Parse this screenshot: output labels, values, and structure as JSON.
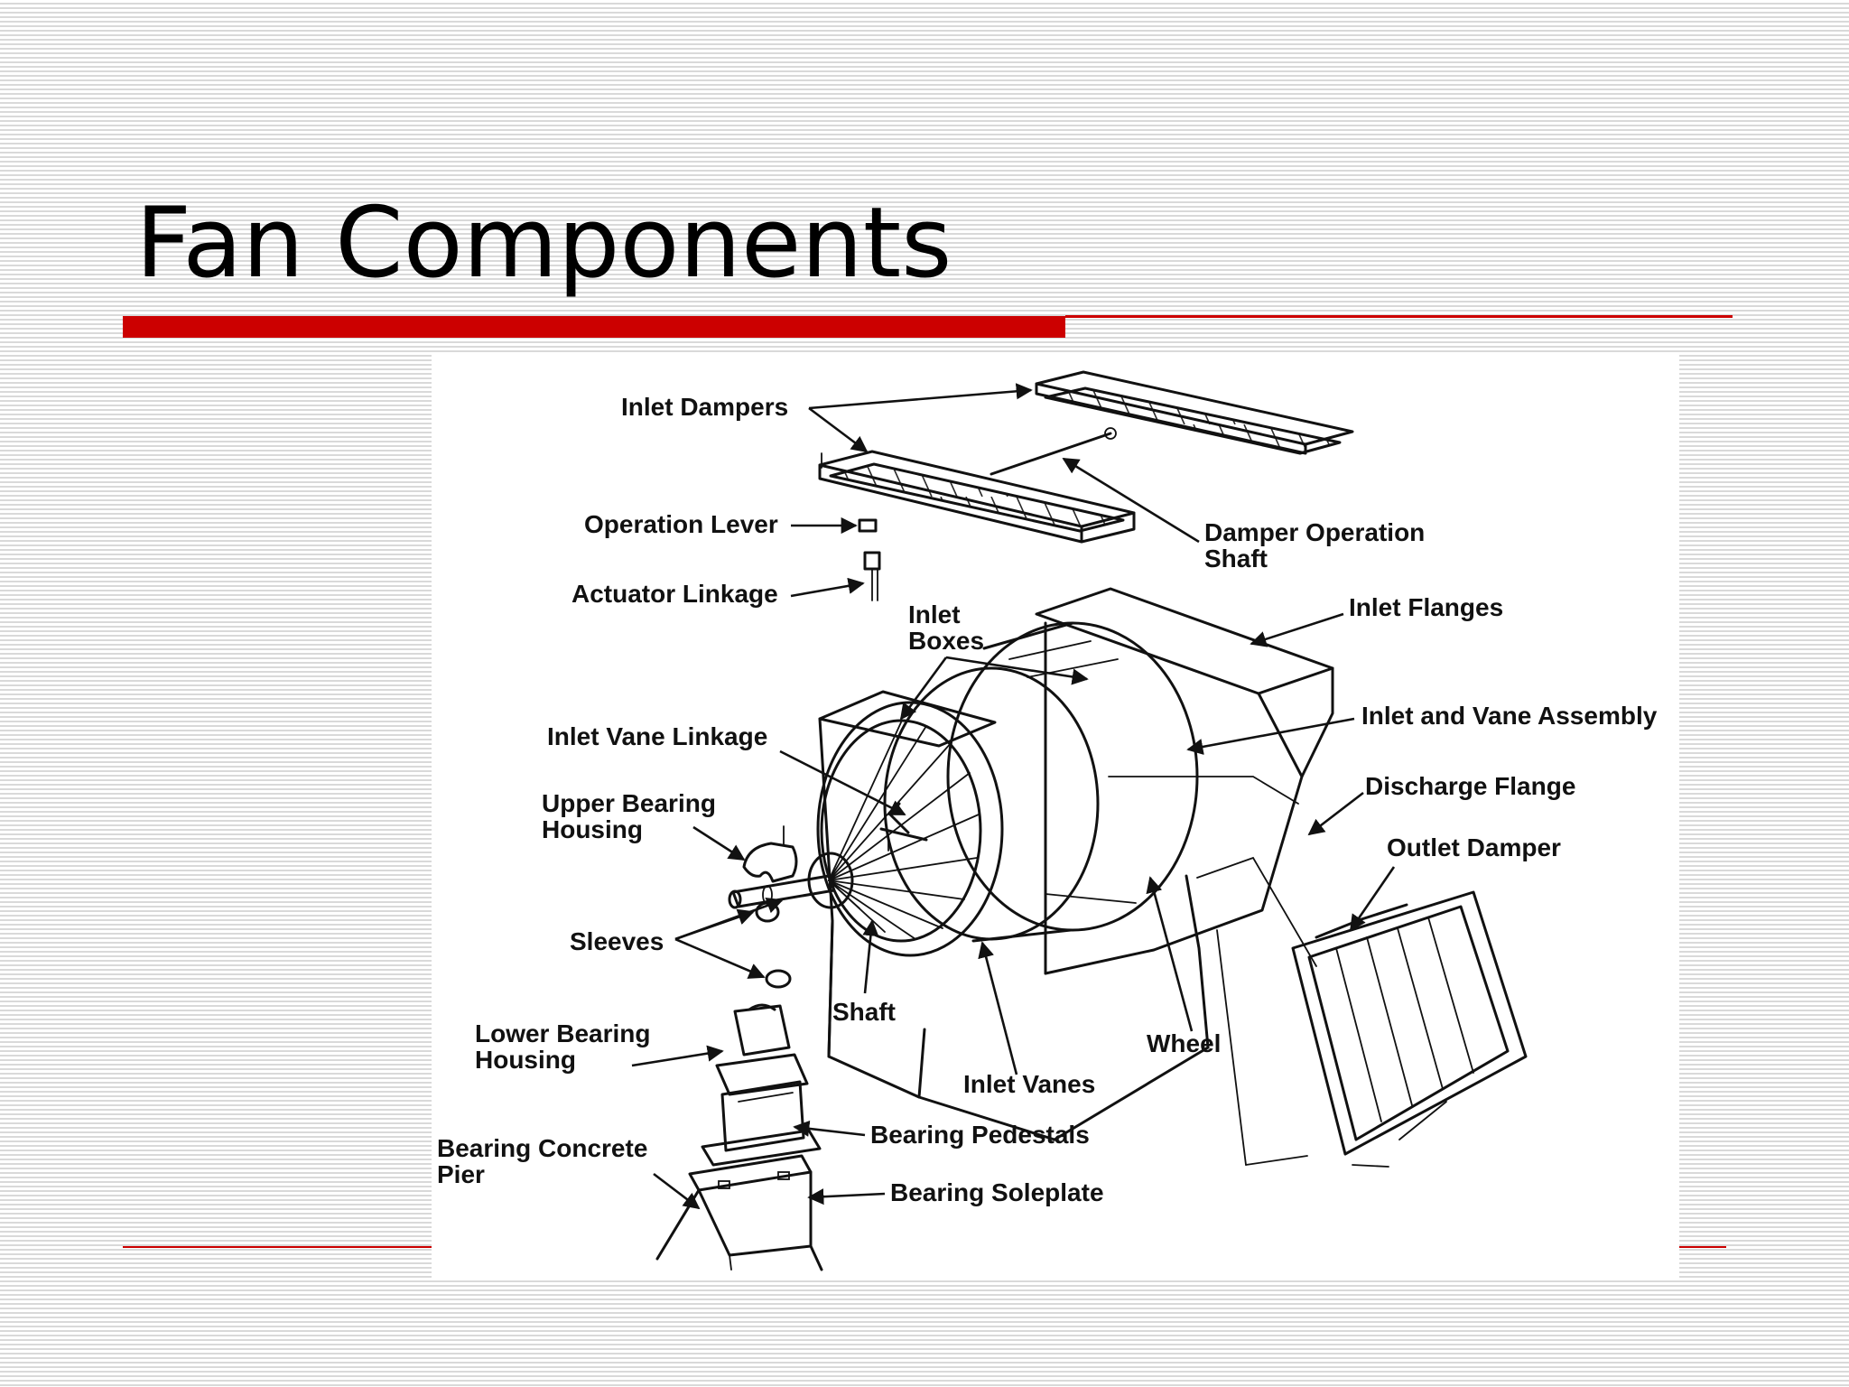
{
  "slide": {
    "title": "Fan Components",
    "accent_color": "#cc0000"
  },
  "figure": {
    "labels": {
      "inlet_dampers": "Inlet Dampers",
      "operation_lever": "Operation Lever",
      "actuator_linkage": "Actuator Linkage",
      "damper_operation_shaft": [
        "Damper Operation",
        "Shaft"
      ],
      "inlet_boxes": [
        "Inlet",
        "Boxes"
      ],
      "inlet_flanges": "Inlet Flanges",
      "inlet_vane_linkage": "Inlet Vane Linkage",
      "inlet_and_vane_assembly": "Inlet and Vane Assembly",
      "upper_bearing_housing": [
        "Upper Bearing",
        "Housing"
      ],
      "discharge_flange": "Discharge Flange",
      "outlet_damper": "Outlet Damper",
      "sleeves": "Sleeves",
      "shaft": "Shaft",
      "wheel": "Wheel",
      "lower_bearing_housing": [
        "Lower Bearing",
        "Housing"
      ],
      "inlet_vanes": "Inlet Vanes",
      "bearing_pedestals": "Bearing Pedestals",
      "bearing_concrete_pier": [
        "Bearing Concrete",
        "Pier"
      ],
      "bearing_soleplate": "Bearing Soleplate"
    }
  }
}
